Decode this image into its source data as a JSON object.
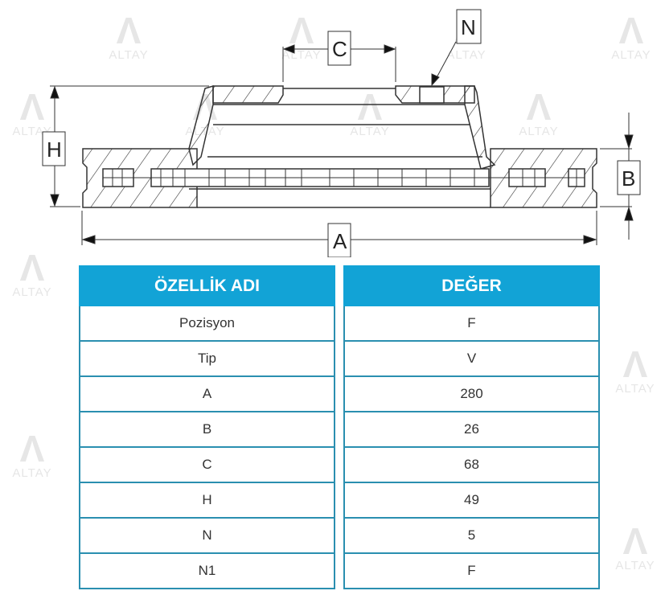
{
  "watermark": {
    "text": "ALTAY"
  },
  "diagram": {
    "labels": {
      "A": "A",
      "B": "B",
      "C": "C",
      "H": "H",
      "N": "N"
    }
  },
  "table": {
    "headers": {
      "name": "ÖZELLİK ADI",
      "value": "DEĞER"
    },
    "rows": [
      {
        "name": "Pozisyon",
        "value": "F"
      },
      {
        "name": "Tip",
        "value": "V"
      },
      {
        "name": "A",
        "value": "280"
      },
      {
        "name": "B",
        "value": "26"
      },
      {
        "name": "C",
        "value": "68"
      },
      {
        "name": "H",
        "value": "49"
      },
      {
        "name": "N",
        "value": "5"
      },
      {
        "name": "N1",
        "value": "F"
      }
    ]
  },
  "colors": {
    "header_bg": "#12a3d6",
    "border": "#2a8fb0"
  }
}
